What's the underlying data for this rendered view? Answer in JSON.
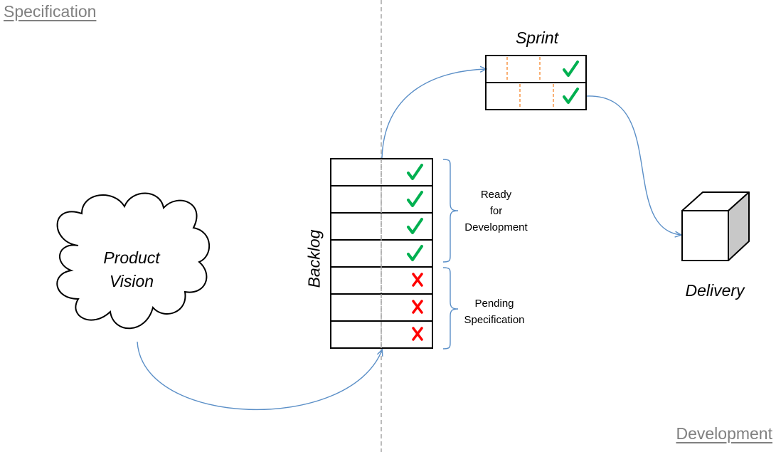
{
  "zones": {
    "specification": "Specification",
    "development": "Development"
  },
  "product_vision": {
    "line1": "Product",
    "line2": "Vision"
  },
  "backlog": {
    "title": "Backlog",
    "items": [
      {
        "status": "ready"
      },
      {
        "status": "ready"
      },
      {
        "status": "ready"
      },
      {
        "status": "ready"
      },
      {
        "status": "pending"
      },
      {
        "status": "pending"
      },
      {
        "status": "pending"
      }
    ],
    "ready_group": {
      "line1": "Ready",
      "line2": "for",
      "line3": "Development"
    },
    "pending_group": {
      "line1": "Pending",
      "line2": "Specification"
    }
  },
  "sprint": {
    "title": "Sprint",
    "rows": [
      {
        "status": "ready"
      },
      {
        "status": "ready"
      }
    ]
  },
  "delivery": {
    "title": "Delivery"
  },
  "colors": {
    "check": "#00b050",
    "cross": "#ff0000",
    "arrow": "#5b8fc7",
    "divider": "#a6a6a6",
    "task_divider": "#f79646",
    "box_side": "#c8c8c8"
  }
}
